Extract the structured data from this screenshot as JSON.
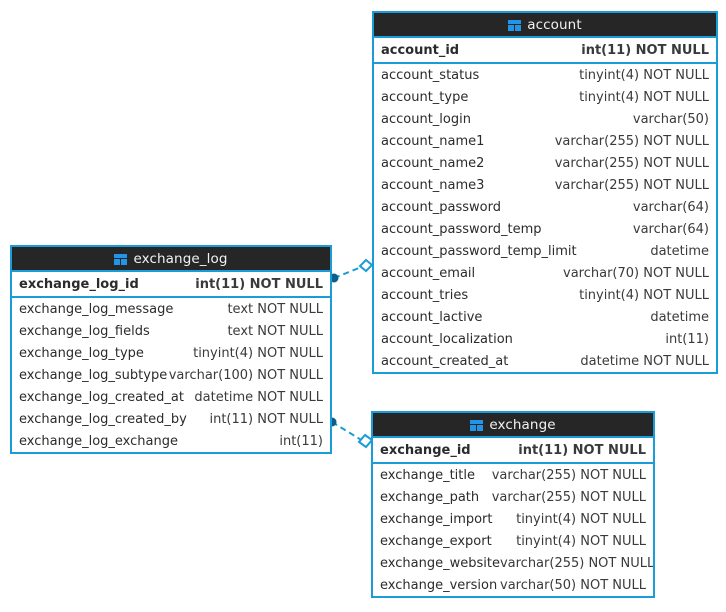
{
  "diagram": {
    "type": "entity-relationship-diagram",
    "background": "#ffffff",
    "accent_color": "#1a9cd8",
    "header_color": "#262626",
    "icon_name": "table-icon"
  },
  "entities": {
    "account": {
      "name": "account",
      "primary_key": {
        "name": "account_id",
        "type": "int(11) NOT NULL"
      },
      "columns": [
        {
          "name": "account_status",
          "type": "tinyint(4) NOT NULL"
        },
        {
          "name": "account_type",
          "type": "tinyint(4) NOT NULL"
        },
        {
          "name": "account_login",
          "type": "varchar(50)"
        },
        {
          "name": "account_name1",
          "type": "varchar(255) NOT NULL"
        },
        {
          "name": "account_name2",
          "type": "varchar(255) NOT NULL"
        },
        {
          "name": "account_name3",
          "type": "varchar(255) NOT NULL"
        },
        {
          "name": "account_password",
          "type": "varchar(64)"
        },
        {
          "name": "account_password_temp",
          "type": "varchar(64)"
        },
        {
          "name": "account_password_temp_limit",
          "type": "datetime"
        },
        {
          "name": "account_email",
          "type": "varchar(70) NOT NULL"
        },
        {
          "name": "account_tries",
          "type": "tinyint(4) NOT NULL"
        },
        {
          "name": "account_lactive",
          "type": "datetime"
        },
        {
          "name": "account_localization",
          "type": "int(11)"
        },
        {
          "name": "account_created_at",
          "type": "datetime NOT NULL"
        }
      ]
    },
    "exchange_log": {
      "name": "exchange_log",
      "primary_key": {
        "name": "exchange_log_id",
        "type": "int(11) NOT NULL"
      },
      "columns": [
        {
          "name": "exchange_log_message",
          "type": "text NOT NULL"
        },
        {
          "name": "exchange_log_fields",
          "type": "text NOT NULL"
        },
        {
          "name": "exchange_log_type",
          "type": "tinyint(4) NOT NULL"
        },
        {
          "name": "exchange_log_subtype",
          "type": "varchar(100) NOT NULL"
        },
        {
          "name": "exchange_log_created_at",
          "type": "datetime NOT NULL"
        },
        {
          "name": "exchange_log_created_by",
          "type": "int(11) NOT NULL"
        },
        {
          "name": "exchange_log_exchange",
          "type": "int(11)"
        }
      ]
    },
    "exchange": {
      "name": "exchange",
      "primary_key": {
        "name": "exchange_id",
        "type": "int(11) NOT NULL"
      },
      "columns": [
        {
          "name": "exchange_title",
          "type": "varchar(255) NOT NULL"
        },
        {
          "name": "exchange_path",
          "type": "varchar(255) NOT NULL"
        },
        {
          "name": "exchange_import",
          "type": "tinyint(4) NOT NULL"
        },
        {
          "name": "exchange_export",
          "type": "tinyint(4) NOT NULL"
        },
        {
          "name": "exchange_website",
          "type": "varchar(255) NOT NULL"
        },
        {
          "name": "exchange_version",
          "type": "varchar(50) NOT NULL"
        }
      ]
    }
  },
  "relationships": [
    {
      "id": "rel-exchange-log-account",
      "from": "exchange_log.exchange_log_id",
      "to": "account.account_password_temp_limit",
      "style": "dashed"
    },
    {
      "id": "rel-exchange-log-exchange",
      "from": "exchange_log.exchange_log_created_by",
      "to": "exchange.exchange_id",
      "style": "dashed"
    }
  ]
}
